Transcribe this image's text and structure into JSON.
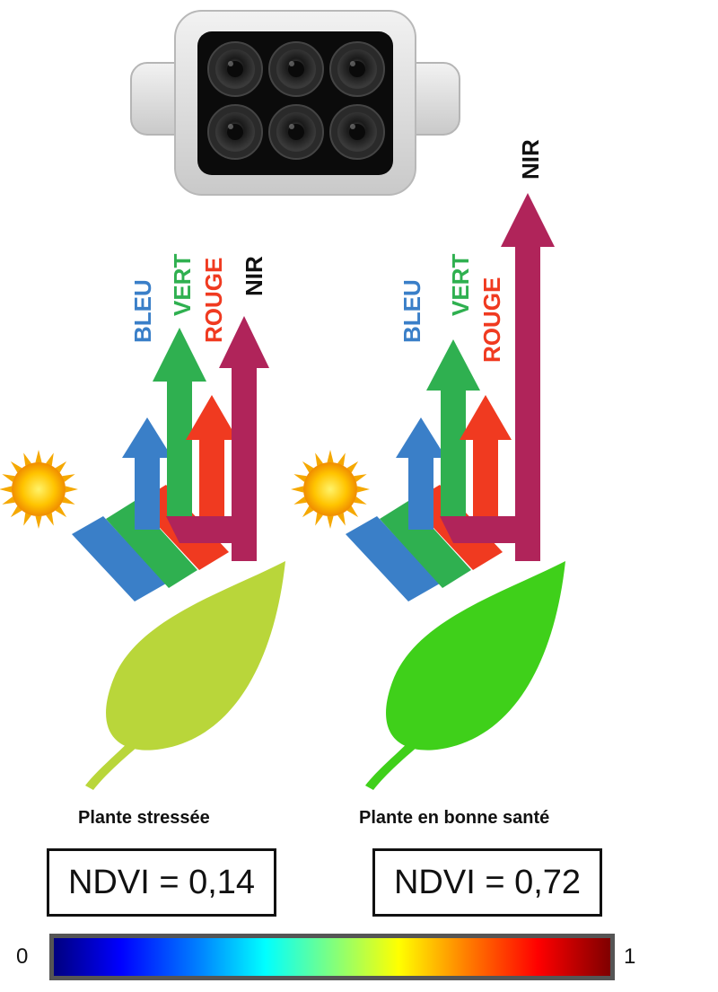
{
  "colors": {
    "blue": "#3a7fc8",
    "green": "#2fb050",
    "red": "#f03a20",
    "nir": "#b0245a",
    "leaf_stressed": "#b9d63a",
    "leaf_healthy": "#3fd01a",
    "sun": "#f5a800"
  },
  "camera": {
    "icon": "multispectral-camera-icon",
    "lens_count": 6
  },
  "bands": {
    "blue": "BLEU",
    "green": "VERT",
    "red": "ROUGE",
    "nir": "NIR"
  },
  "panels": {
    "stressed": {
      "caption": "Plante stressée",
      "ndvi": "NDVI = 0,14"
    },
    "healthy": {
      "caption": "Plante en bonne santé",
      "ndvi": "NDVI = 0,72"
    }
  },
  "scale": {
    "min_label": "0",
    "max_label": "1"
  }
}
